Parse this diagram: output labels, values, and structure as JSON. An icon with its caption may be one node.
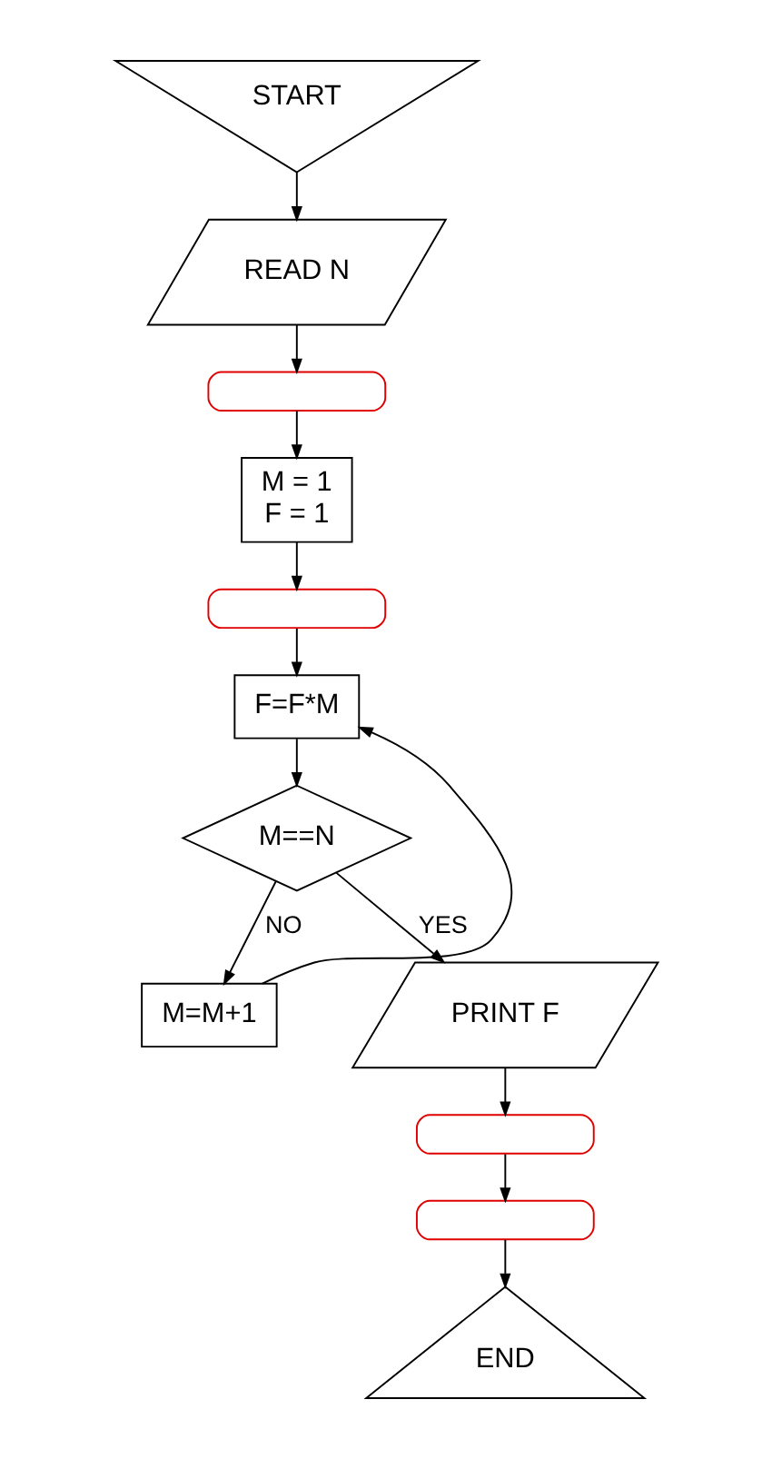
{
  "diagram": {
    "nodes": [
      {
        "text": [
          "START"
        ]
      },
      {
        "text": [
          "READ N"
        ]
      },
      {
        "text": [],
        "shape": "brace"
      },
      {
        "text": [
          "M = 1",
          "F = 1"
        ]
      },
      {
        "text": [],
        "shape": "brace"
      },
      {
        "text": [
          "F=F*M"
        ]
      },
      {
        "text": [
          "M==N"
        ]
      },
      {
        "text": [
          "M=M+1"
        ]
      },
      {
        "text": [
          "PRINT F"
        ]
      },
      {
        "text": [],
        "shape": "brace"
      },
      {
        "text": [],
        "shape": "brace"
      },
      {
        "text": [
          "END"
        ]
      }
    ],
    "edges": [
      {
        "from": 0,
        "to": 1,
        "arrow": "to"
      },
      {
        "from": 1,
        "to": 2,
        "arrow": "to"
      },
      {
        "from": 2,
        "to": 3,
        "arrow": "to"
      },
      {
        "from": 3,
        "to": 4,
        "arrow": "to"
      },
      {
        "from": 4,
        "to": 5,
        "arrow": "to"
      },
      {
        "from": 5,
        "to": 6,
        "arrow": "to"
      },
      {
        "from": 6,
        "to": 7,
        "label": "NO",
        "arrow": "to"
      },
      {
        "from": 6,
        "to": 8,
        "label": "YES",
        "arrow": "to"
      },
      {
        "from": 7,
        "to": 5,
        "arrow": "to"
      },
      {
        "from": 8,
        "to": 9,
        "arrow": "to"
      },
      {
        "from": 9,
        "to": 10,
        "arrow": "to"
      },
      {
        "from": 10,
        "to": 11,
        "arrow": "to"
      }
    ]
  }
}
